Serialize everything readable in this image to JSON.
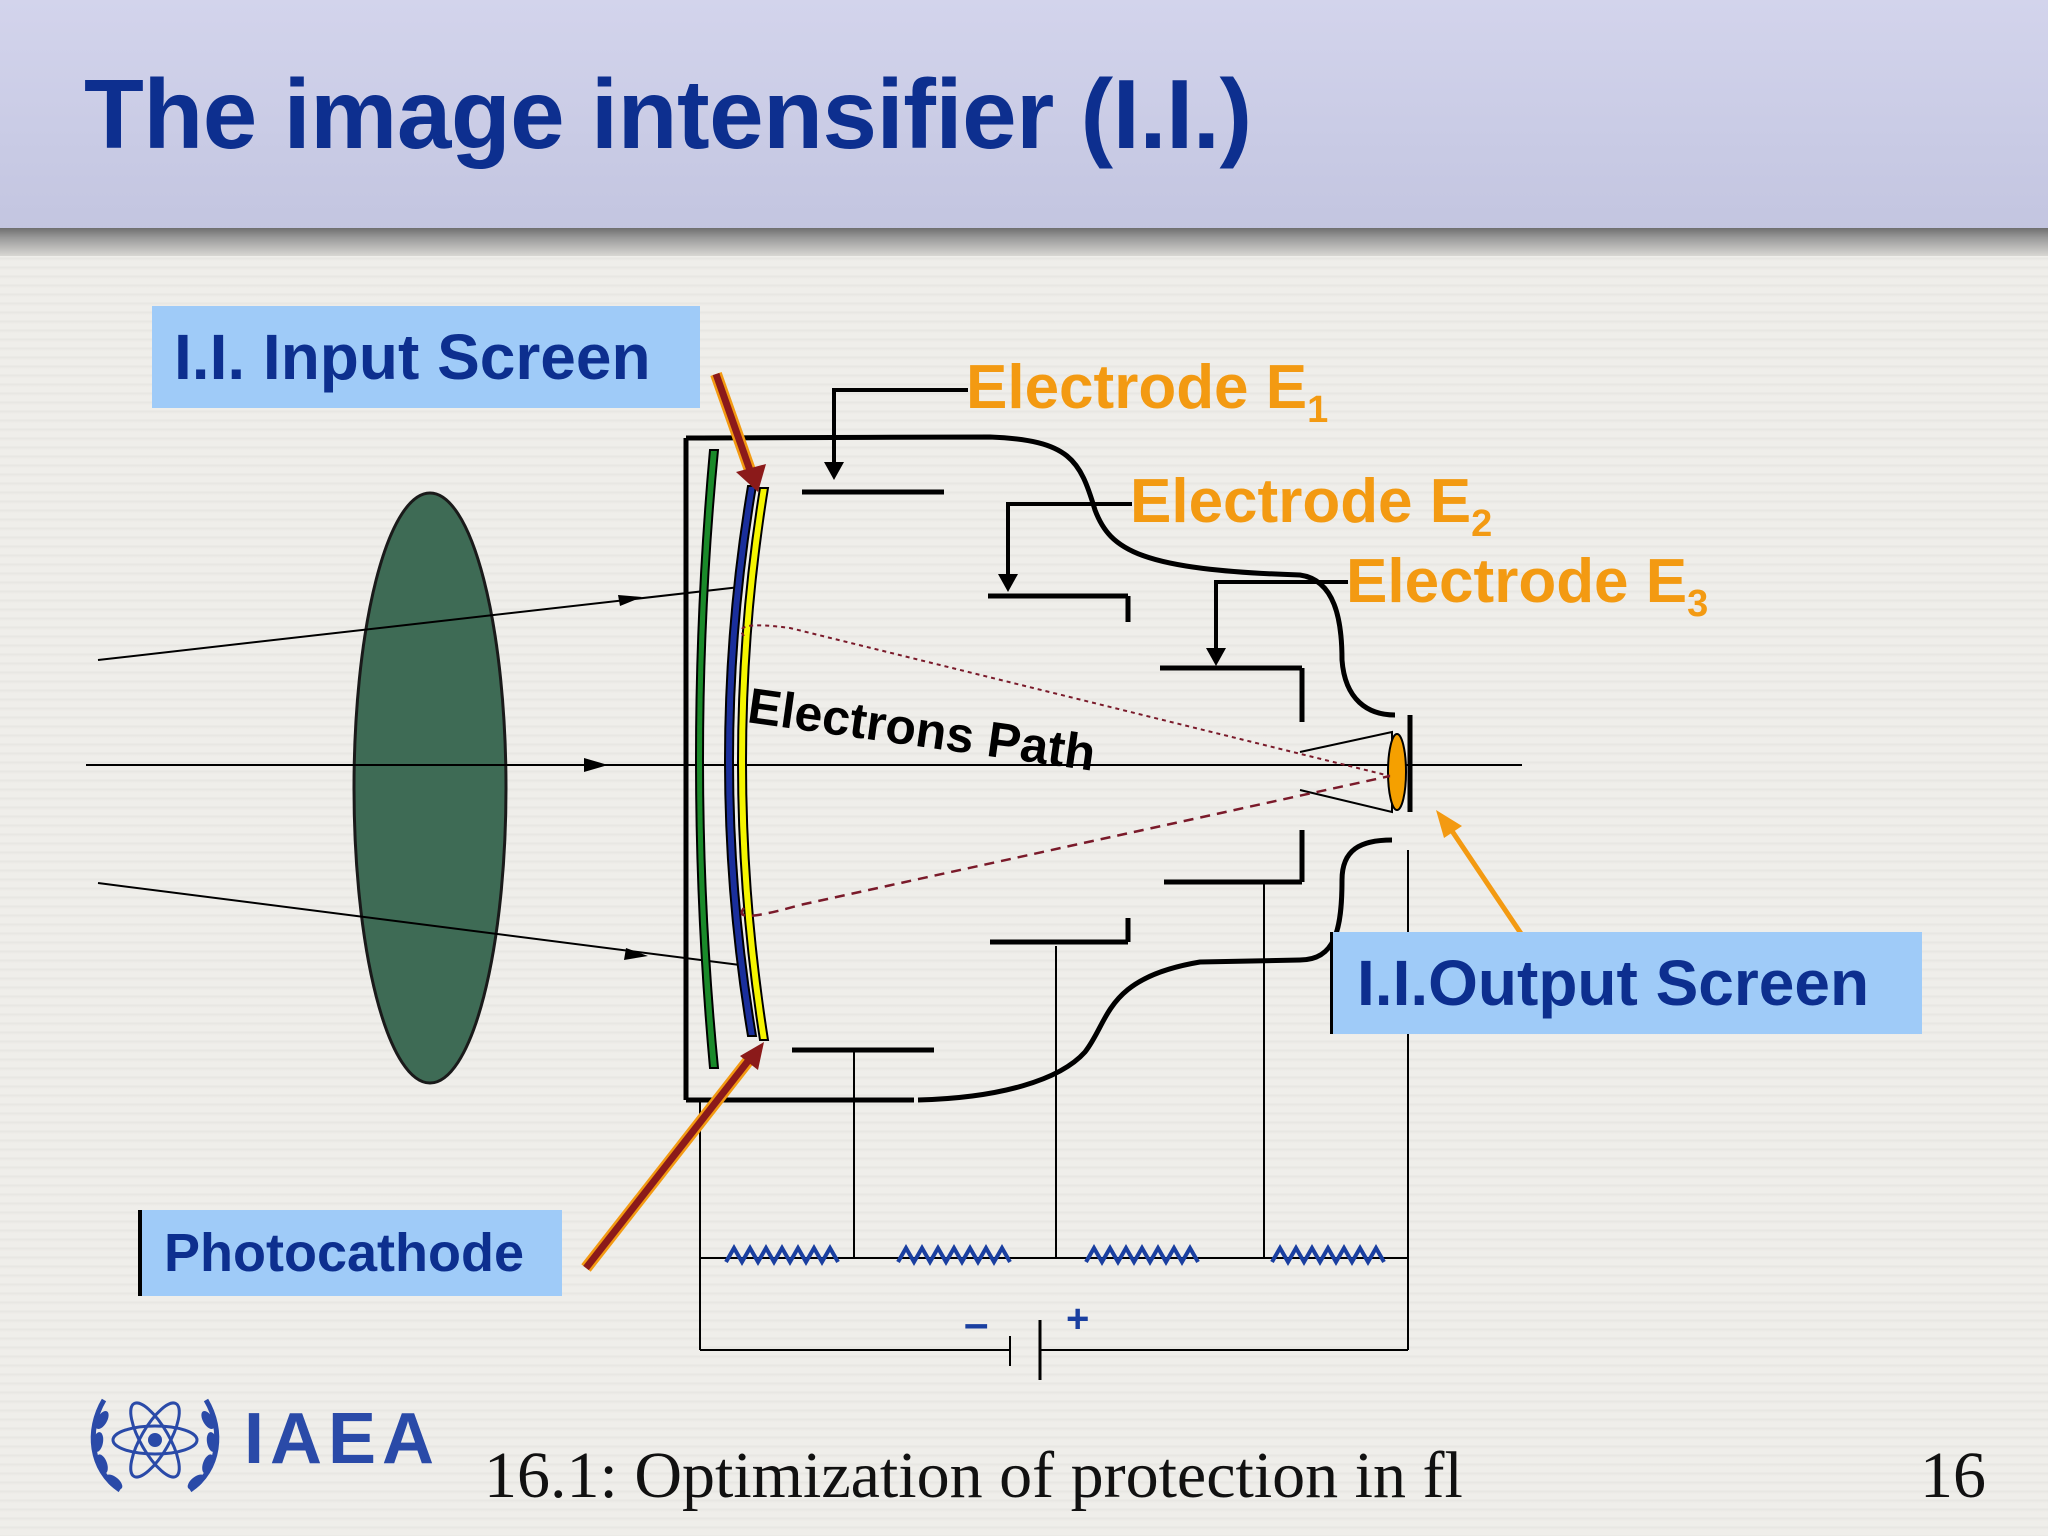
{
  "slide": {
    "title": "The image intensifier (I.I.)",
    "footer_text": "16.1: Optimization of protection in fl",
    "page_number": "16",
    "logo_text": "IAEA"
  },
  "labels": {
    "input_screen": "I.I. Input Screen",
    "output_screen": "I.I.Output Screen",
    "photocathode": "Photocathode",
    "electrode1": "Electrode E",
    "electrode1_sub": "1",
    "electrode2": "Electrode E",
    "electrode2_sub": "2",
    "electrode3": "Electrode E",
    "electrode3_sub": "3",
    "electrons_path": "Electrons Path",
    "minus": "–",
    "plus": "+"
  },
  "colors": {
    "title": "#0d2f8f",
    "label_box": "#9fcbf8",
    "electrode_text": "#f39a12",
    "lens": "#3e6b55",
    "pointer_arrow": "#8b1a1a",
    "output_arrow": "#f39a12",
    "resistor": "#1a3fa0"
  },
  "icons": {
    "logo": "iaea-olive-wreath-atom-icon"
  }
}
